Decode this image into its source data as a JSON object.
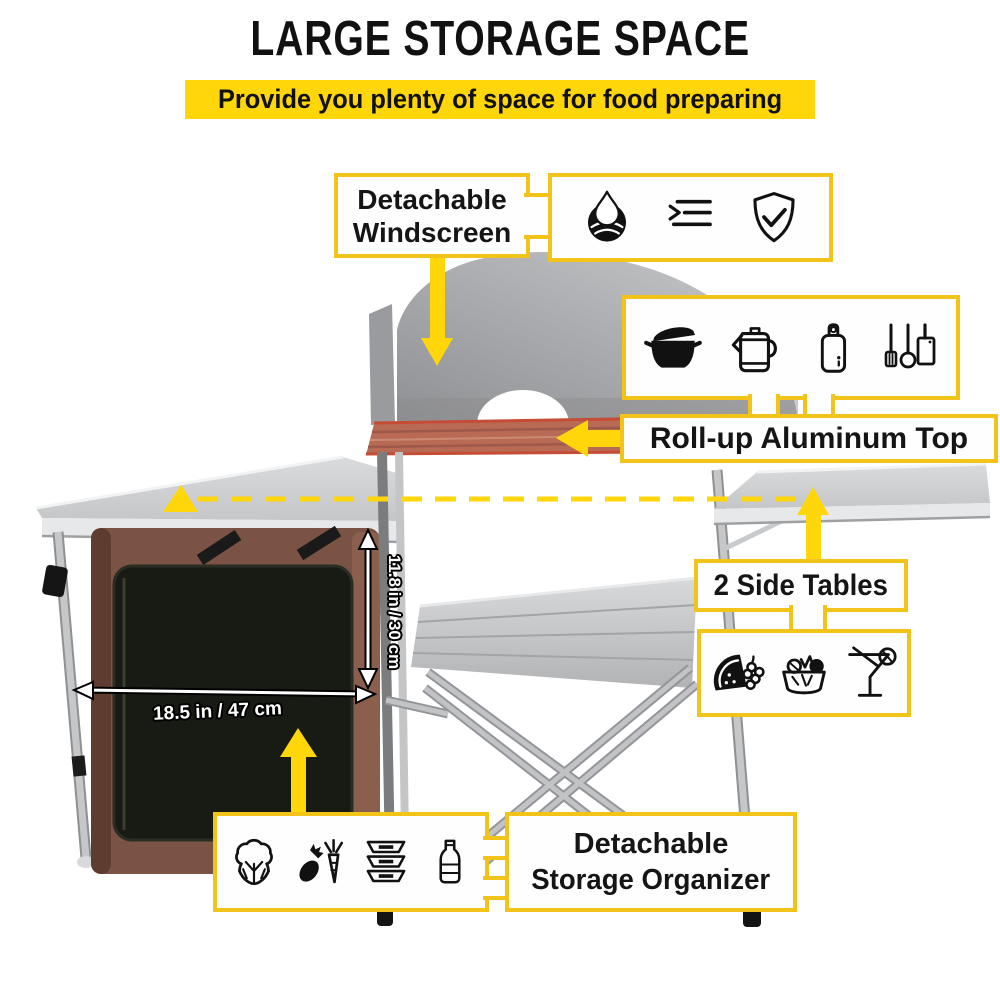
{
  "header": {
    "title": "LARGE STORAGE SPACE",
    "subtitle": "Provide you plenty of space for food preparing"
  },
  "callouts": {
    "windscreen": {
      "line1": "Detachable",
      "line2": "Windscreen"
    },
    "rollup": {
      "label": "Roll-up Aluminum Top"
    },
    "side_tables": {
      "label": "2 Side Tables"
    },
    "organizer": {
      "line1": "Detachable",
      "line2": "Storage Organizer"
    }
  },
  "dimensions": {
    "cabinet_height": "11.8 in / 30 cm",
    "cabinet_width": "18.5 in / 47 cm"
  },
  "icons": {
    "features": [
      "water-drop-splash-icon",
      "checklist-icon",
      "shield-check-icon"
    ],
    "cookware": [
      "cooking-pot-icon",
      "kettle-icon",
      "cutting-board-icon",
      "utensils-cleaver-icon"
    ],
    "side_table_food": [
      "watermelon-grapes-icon",
      "salad-bowl-icon",
      "cocktail-glass-icon"
    ],
    "organizer_storage": [
      "cauliflower-icon",
      "eggplant-carrot-icon",
      "stacked-bowls-icon",
      "bottle-icon"
    ]
  },
  "colors": {
    "accent_yellow": "#FFD60A",
    "callout_border": "#F2C318",
    "rollup_top": "#B96A54",
    "organizer_brown": "#7B5345",
    "windscreen_gray": "#B5B6B8",
    "text_black": "#111111"
  }
}
